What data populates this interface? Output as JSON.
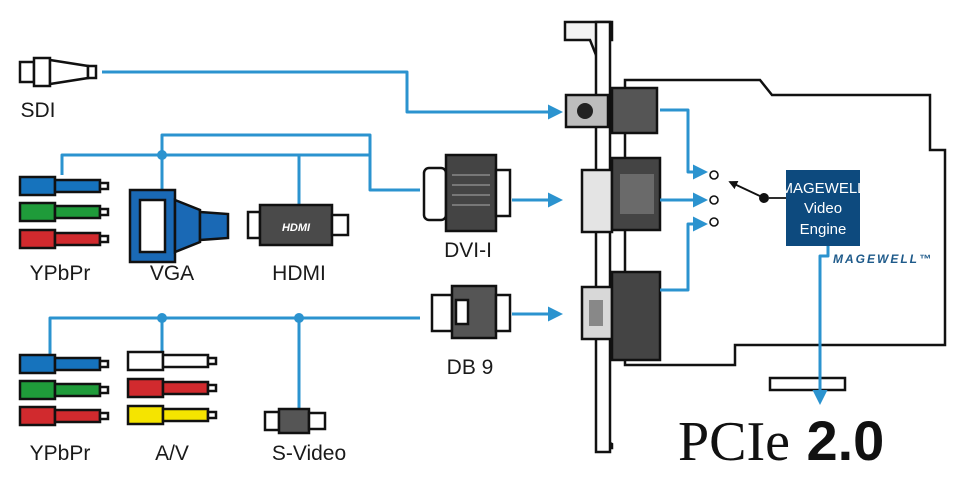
{
  "colors": {
    "wire": "#2b93cf",
    "ypbpr_y": "#1673bd",
    "ypbpr_pb": "#1f9b3a",
    "ypbpr_pr": "#d12a2e",
    "av_video": "#f5e400",
    "av_left": "#ffffff",
    "av_right": "#d12a2e",
    "vga": "#1a69b5",
    "engine": "#0d4a7e"
  },
  "labels": {
    "sdi": "SDI",
    "ypbpr_top": "YPbPr",
    "vga": "VGA",
    "hdmi": "HDMI",
    "dvi": "DVI-I",
    "db9": "DB 9",
    "ypbpr_bottom": "YPbPr",
    "av": "A/V",
    "svideo": "S-Video"
  },
  "hdmi_plug_text": "HDMI",
  "engine": {
    "line1": "MAGEWELL",
    "line2": "Video",
    "line3": "Engine"
  },
  "brand_logo": "MAGEWELL™",
  "bus": {
    "name": "PCIe",
    "version": "2.0"
  }
}
